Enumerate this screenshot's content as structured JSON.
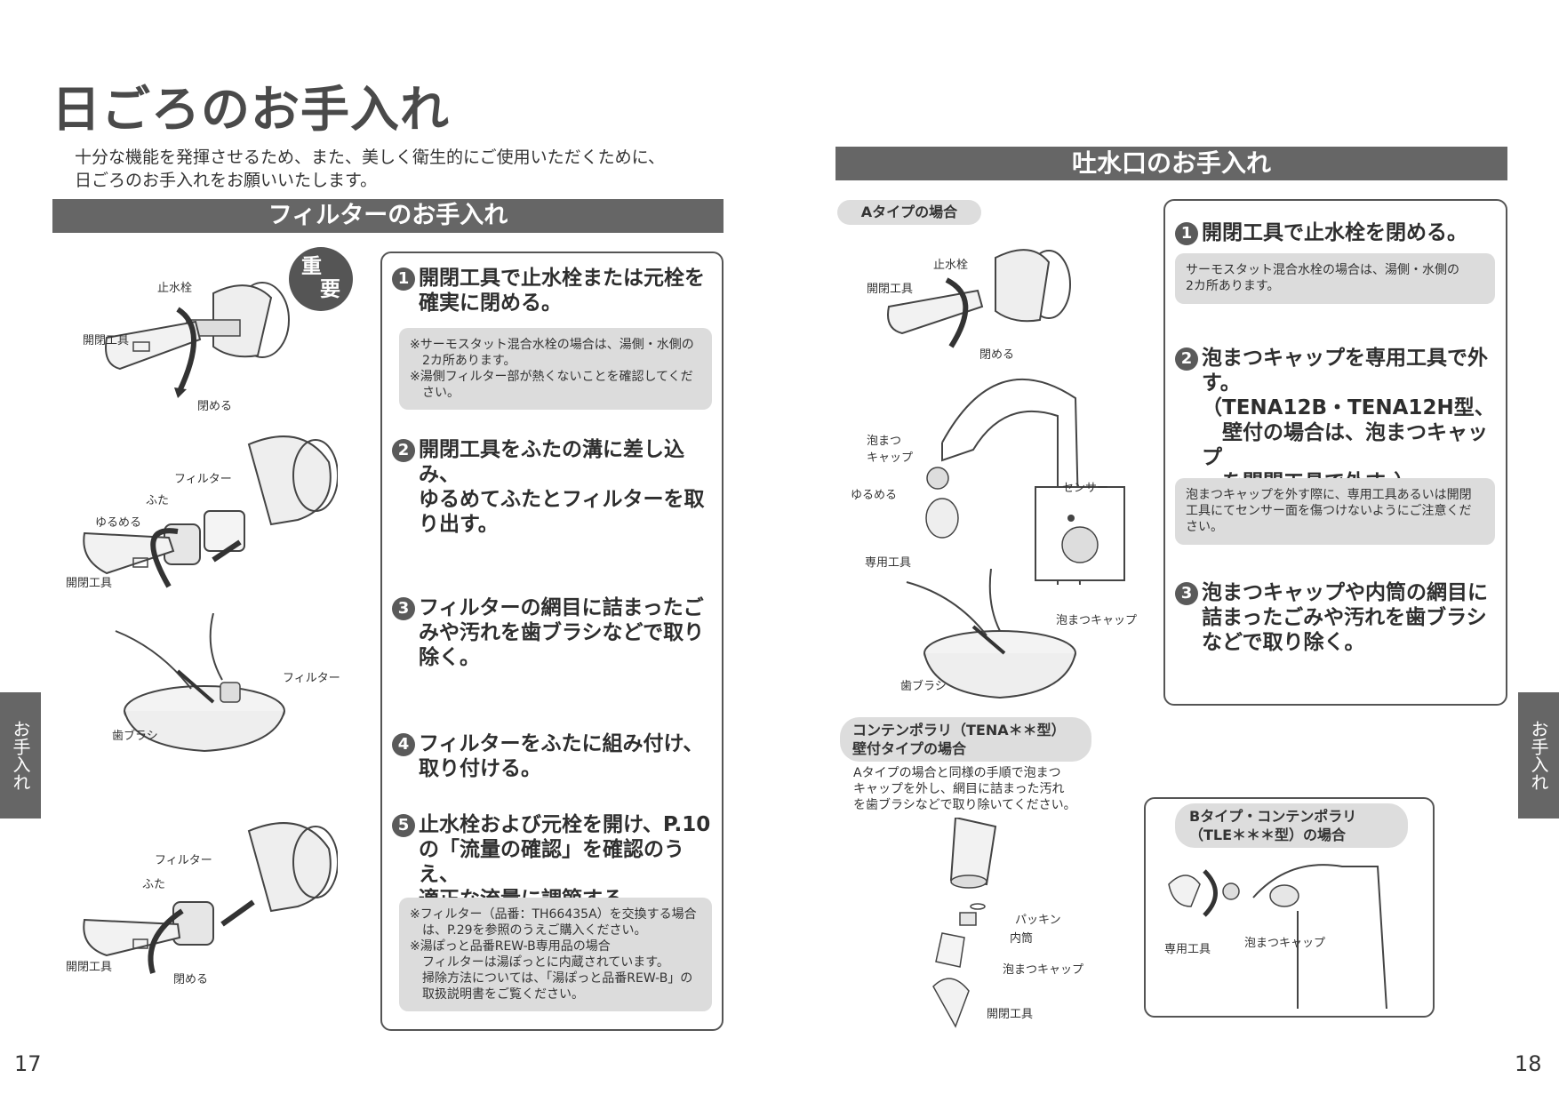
{
  "page_title": "日ごろのお手入れ",
  "intro": [
    "十分な機能を発揮させるため、また、美しく衛生的にご使用いただくために、",
    "日ごろのお手入れをお願いいたします。"
  ],
  "filter_section": {
    "band": "フィルターのお手入れ",
    "badge": [
      "重",
      "要"
    ],
    "steps": [
      {
        "num": "1",
        "lines": [
          "開閉工具で止水栓または元栓を",
          "確実に閉める。"
        ]
      },
      {
        "num": "2",
        "lines": [
          "開閉工具をふたの溝に差し込み、",
          "ゆるめてふたとフィルターを取",
          "り出す。"
        ]
      },
      {
        "num": "3",
        "lines": [
          "フィルターの網目に詰まったご",
          "みや汚れを歯ブラシなどで取り",
          "除く。"
        ]
      },
      {
        "num": "4",
        "lines": [
          "フィルターをふたに組み付け、",
          "取り付ける。"
        ]
      },
      {
        "num": "5",
        "lines": [
          "止水栓および元栓を開け、P.10",
          "の「流量の確認」を確認のうえ、",
          "適正な流量に調節する。"
        ]
      }
    ],
    "note1": [
      "※サーモスタット混合水栓の場合は、湯側・水側の",
      "　2カ所あります。",
      "※湯側フィルター部が熱くないことを確認してくだ",
      "　さい。"
    ],
    "note2": [
      "※フィルター（品番：TH66435A）を交換する場合",
      "　は、P.29を参照のうえご購入ください。",
      "※湯ぽっと品番REW-B専用品の場合",
      "　フィルターは湯ぽっとに内蔵されています。",
      "　掃除方法については、「湯ぽっと品番REW-B」の",
      "　取扱説明書をご覧ください。"
    ],
    "labels": {
      "shisuisen": "止水栓",
      "kaihei1": "開閉工具",
      "shimeru1": "閉める",
      "filter1": "フィルター",
      "futa1": "ふた",
      "yurumeru1": "ゆるめる",
      "kaihei2": "開閉工具",
      "filter2": "フィルター",
      "haburashi": "歯ブラシ",
      "filter3": "フィルター",
      "futa2": "ふた",
      "kaihei3": "開閉工具",
      "shimeru2": "閉める"
    }
  },
  "spout_section": {
    "band": "吐水口のお手入れ",
    "a_type_pill": "Aタイプの場合",
    "labels": {
      "shisuisen": "止水栓",
      "kaihei": "開閉工具",
      "shimeru": "閉める",
      "awamatsu_cap": [
        "泡まつ",
        "キャップ"
      ],
      "yurumeru": "ゆるめる",
      "senyo": "専用工具",
      "sensor": "センサー",
      "awamatsu2": "泡まつキャップ",
      "haburashi": "歯ブラシ",
      "packing": "パッキン",
      "naito": "内筒",
      "awamatsu3": "泡まつキャップ",
      "kaihei2": "開閉工具",
      "senyo_b": "専用工具",
      "awamatsu_b": "泡まつキャップ"
    },
    "conte_pill": [
      "コンテンポラリ（TENA＊＊型）",
      "壁付タイプの場合"
    ],
    "conte_text": [
      "Aタイプの場合と同様の手順で泡まつ",
      "キャップを外し、網目に詰まった汚れ",
      "を歯ブラシなどで取り除いてください。"
    ],
    "steps": [
      {
        "num": "1",
        "lines": [
          "開閉工具で止水栓を閉める。"
        ]
      },
      {
        "num": "2",
        "lines": [
          "泡まつキャップを専用工具で外",
          "す。",
          "（TENA12B・TENA12H型、",
          "　壁付の場合は、泡まつキャップ",
          "　を開閉工具で外す。）"
        ]
      },
      {
        "num": "3",
        "lines": [
          "泡まつキャップや内筒の網目に",
          "詰まったごみや汚れを歯ブラシ",
          "などで取り除く。"
        ]
      }
    ],
    "note1": [
      "サーモスタット混合水栓の場合は、湯側・水側の",
      "2カ所あります。"
    ],
    "note2": [
      "泡まつキャップを外す際に、専用工具あるいは開閉",
      "工具にてセンサー面を傷つけないようにご注意くだ",
      "さい。"
    ],
    "b_type_pill": [
      "Bタイプ・コンテンポラリ",
      "（TLE＊＊＊型）の場合"
    ]
  },
  "side_tab_left": "お手入れ",
  "side_tab_right": "お手入れ",
  "page_num_left": "17",
  "page_num_right": "18"
}
